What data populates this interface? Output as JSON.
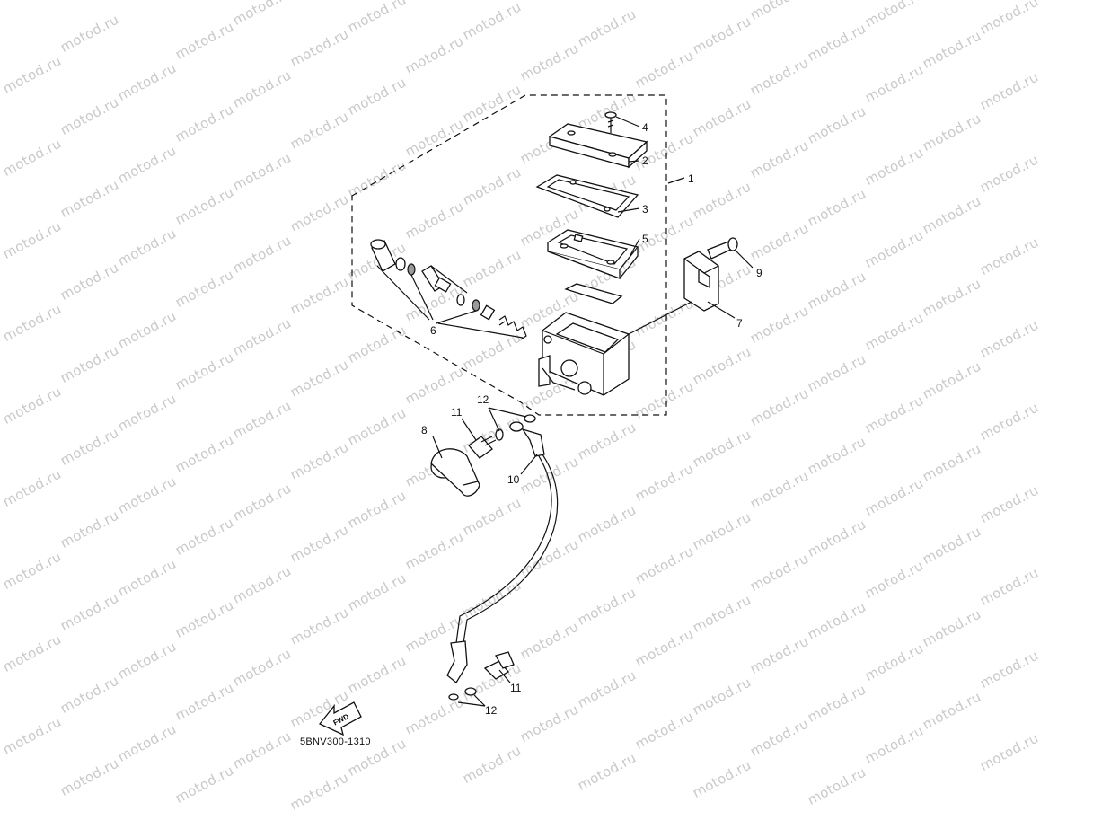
{
  "watermark": {
    "text": "motod.ru",
    "color": "#c9c9c9"
  },
  "callouts": {
    "c1": "1",
    "c2": "2",
    "c3": "3",
    "c4": "4",
    "c5": "5",
    "c6": "6",
    "c7": "7",
    "c8": "8",
    "c9": "9",
    "c10": "10",
    "c11a": "11",
    "c11b": "11",
    "c12a": "12",
    "c12b": "12"
  },
  "fwd_label": "FWD",
  "diagram_code": "5BNV300-1310"
}
